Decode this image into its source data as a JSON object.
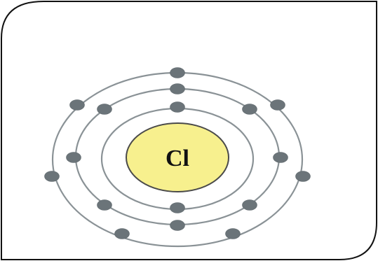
{
  "diagram": {
    "element_symbol": "Cl",
    "shells": [
      {
        "shell": 1,
        "electron_count": 2
      },
      {
        "shell": 2,
        "electron_count": 8
      },
      {
        "shell": 3,
        "electron_count": 7
      }
    ],
    "colors": {
      "nucleus_fill": "#f7f08e",
      "shell_stroke": "#8a9296",
      "electron_fill": "#6b7479",
      "frame_stroke": "#111111"
    }
  }
}
